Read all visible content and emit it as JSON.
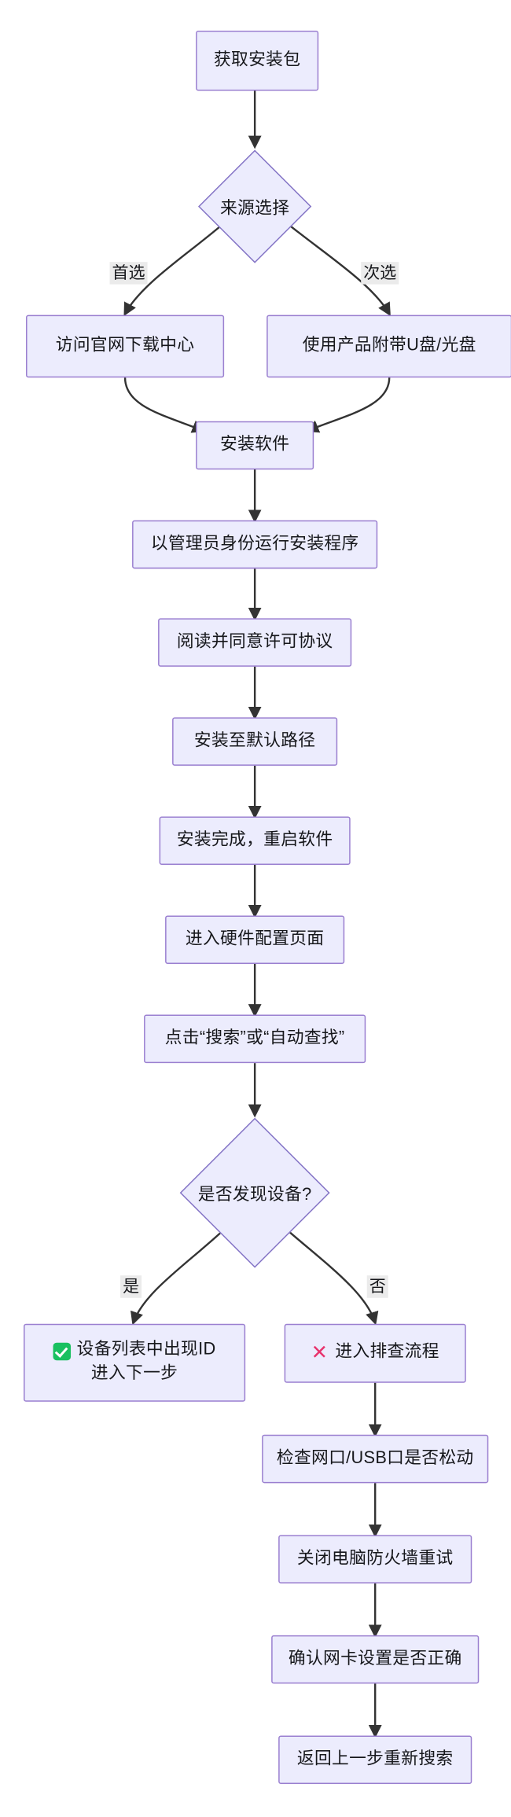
{
  "diagram": {
    "type": "flowchart",
    "direction": "top-down",
    "title": "",
    "theme": {
      "node_fill": "#ececfd",
      "node_border": "#9a7fd0",
      "edge_color": "#333333",
      "edge_label_bg": "#ebebeb",
      "text_color": "#16171b",
      "success_color": "#19c060",
      "failure_color": "#e8336d"
    },
    "nodes": {
      "start": {
        "label": "获取安装包",
        "shape": "rect"
      },
      "source_choice": {
        "label": "来源选择",
        "shape": "diamond"
      },
      "official_site": {
        "label": "访问官网下载中心",
        "shape": "rect"
      },
      "bundled_media": {
        "label": "使用产品附带U盘/光盘",
        "shape": "rect"
      },
      "install_software": {
        "label": "安装软件",
        "shape": "rect"
      },
      "run_as_admin": {
        "label": "以管理员身份运行安装程序",
        "shape": "rect"
      },
      "accept_license": {
        "label": "阅读并同意许可协议",
        "shape": "rect"
      },
      "default_path": {
        "label": "安装至默认路径",
        "shape": "rect"
      },
      "restart_software": {
        "label": "安装完成，重启软件",
        "shape": "rect"
      },
      "hardware_config": {
        "label": "进入硬件配置页面",
        "shape": "rect"
      },
      "click_search": {
        "label": "点击“搜索”或“自动查找”",
        "shape": "rect"
      },
      "device_found": {
        "label": "是否发现设备?",
        "shape": "diamond"
      },
      "device_listed": {
        "icon": "check-square-icon",
        "label_line1": "设备列表中出现ID",
        "label_line2": "进入下一步",
        "shape": "rect"
      },
      "troubleshoot": {
        "icon": "cross-mark-icon",
        "label": "进入排查流程",
        "shape": "rect"
      },
      "check_ports": {
        "label": "检查网口/USB口是否松动",
        "shape": "rect"
      },
      "disable_firewall": {
        "label": "关闭电脑防火墙重试",
        "shape": "rect"
      },
      "verify_nic": {
        "label": "确认网卡设置是否正确",
        "shape": "rect"
      },
      "retry_search": {
        "label": "返回上一步重新搜索",
        "shape": "rect"
      }
    },
    "edge_labels": {
      "primary_choice": "首选",
      "secondary_choice": "次选",
      "yes": "是",
      "no": "否"
    },
    "edges": [
      {
        "from": "start",
        "to": "source_choice",
        "label": ""
      },
      {
        "from": "source_choice",
        "to": "official_site",
        "label": "首选"
      },
      {
        "from": "source_choice",
        "to": "bundled_media",
        "label": "次选"
      },
      {
        "from": "official_site",
        "to": "install_software",
        "label": ""
      },
      {
        "from": "bundled_media",
        "to": "install_software",
        "label": ""
      },
      {
        "from": "install_software",
        "to": "run_as_admin",
        "label": ""
      },
      {
        "from": "run_as_admin",
        "to": "accept_license",
        "label": ""
      },
      {
        "from": "accept_license",
        "to": "default_path",
        "label": ""
      },
      {
        "from": "default_path",
        "to": "restart_software",
        "label": ""
      },
      {
        "from": "restart_software",
        "to": "hardware_config",
        "label": ""
      },
      {
        "from": "hardware_config",
        "to": "click_search",
        "label": ""
      },
      {
        "from": "click_search",
        "to": "device_found",
        "label": ""
      },
      {
        "from": "device_found",
        "to": "device_listed",
        "label": "是"
      },
      {
        "from": "device_found",
        "to": "troubleshoot",
        "label": "否"
      },
      {
        "from": "troubleshoot",
        "to": "check_ports",
        "label": ""
      },
      {
        "from": "check_ports",
        "to": "disable_firewall",
        "label": ""
      },
      {
        "from": "disable_firewall",
        "to": "verify_nic",
        "label": ""
      },
      {
        "from": "verify_nic",
        "to": "retry_search",
        "label": ""
      }
    ]
  }
}
